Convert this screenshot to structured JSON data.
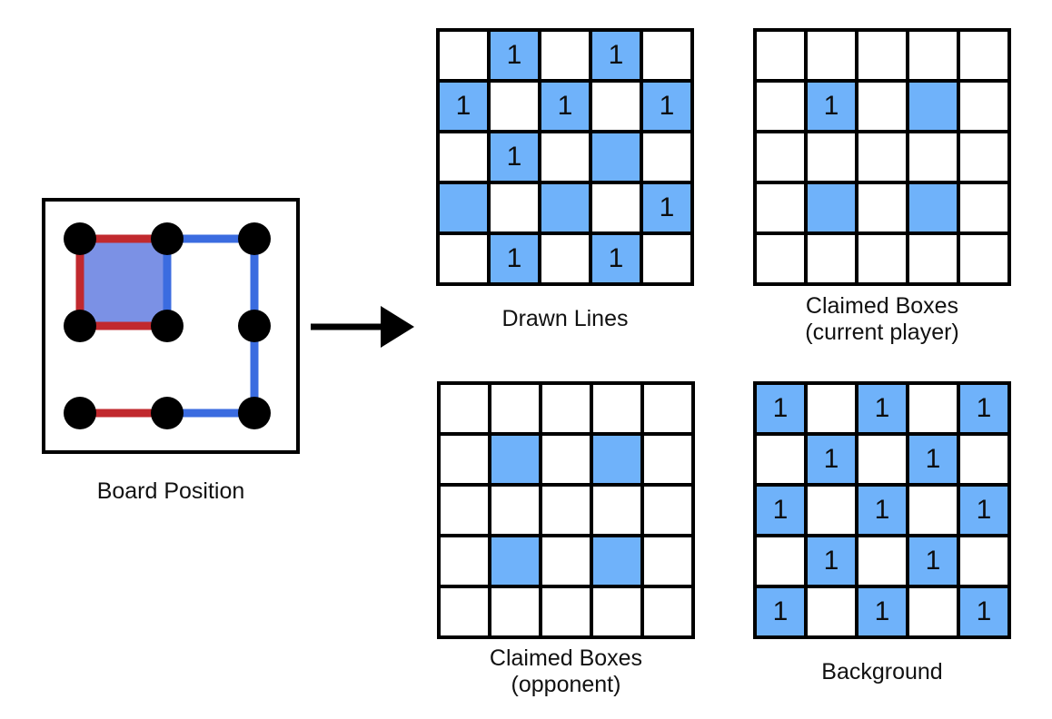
{
  "board": {
    "label": "Board Position",
    "dot_rows": 3,
    "dot_cols": 3,
    "claimed_boxes": [
      {
        "row": 0,
        "col": 0
      }
    ],
    "lines": [
      {
        "type": "h",
        "row": 0,
        "col": 0,
        "color": "red"
      },
      {
        "type": "h",
        "row": 0,
        "col": 1,
        "color": "blue"
      },
      {
        "type": "v",
        "row": 0,
        "col": 0,
        "color": "red"
      },
      {
        "type": "v",
        "row": 0,
        "col": 1,
        "color": "blue"
      },
      {
        "type": "v",
        "row": 0,
        "col": 2,
        "color": "blue"
      },
      {
        "type": "h",
        "row": 1,
        "col": 0,
        "color": "red"
      },
      {
        "type": "v",
        "row": 1,
        "col": 2,
        "color": "blue"
      },
      {
        "type": "h",
        "row": 2,
        "col": 0,
        "color": "red"
      },
      {
        "type": "h",
        "row": 2,
        "col": 1,
        "color": "blue"
      }
    ],
    "colors": {
      "red": "#c1292e",
      "blue": "#3b6ce0",
      "box_fill": "#7b91e5",
      "dot": "#000000",
      "border": "#000000"
    }
  },
  "arrow": {
    "name": "right-arrow",
    "color": "#000000"
  },
  "planes": [
    {
      "label_line1": "Drawn Lines",
      "cells": [
        [
          "w",
          "1",
          "w",
          "1",
          "w"
        ],
        [
          "1",
          "w",
          "1",
          "w",
          "1"
        ],
        [
          "w",
          "1",
          "w",
          "b",
          "w"
        ],
        [
          "b",
          "w",
          "b",
          "w",
          "1"
        ],
        [
          "w",
          "1",
          "w",
          "1",
          "w"
        ]
      ]
    },
    {
      "label_line1": "Claimed Boxes",
      "label_line2": "(current player)",
      "cells": [
        [
          "w",
          "w",
          "w",
          "w",
          "w"
        ],
        [
          "w",
          "1",
          "w",
          "b",
          "w"
        ],
        [
          "w",
          "w",
          "w",
          "w",
          "w"
        ],
        [
          "w",
          "b",
          "w",
          "b",
          "w"
        ],
        [
          "w",
          "w",
          "w",
          "w",
          "w"
        ]
      ]
    },
    {
      "label_line1": "Claimed Boxes",
      "label_line2": "(opponent)",
      "cells": [
        [
          "w",
          "w",
          "w",
          "w",
          "w"
        ],
        [
          "w",
          "b",
          "w",
          "b",
          "w"
        ],
        [
          "w",
          "w",
          "w",
          "w",
          "w"
        ],
        [
          "w",
          "b",
          "w",
          "b",
          "w"
        ],
        [
          "w",
          "w",
          "w",
          "w",
          "w"
        ]
      ]
    },
    {
      "label_line1": "Background",
      "cells": [
        [
          "1",
          "w",
          "1",
          "w",
          "1"
        ],
        [
          "w",
          "1",
          "w",
          "1",
          "w"
        ],
        [
          "1",
          "w",
          "1",
          "w",
          "1"
        ],
        [
          "w",
          "1",
          "w",
          "1",
          "w"
        ],
        [
          "1",
          "w",
          "1",
          "w",
          "1"
        ]
      ]
    }
  ],
  "plane_colors": {
    "cell_filled": "#6fb2fa",
    "cell_empty": "#ffffff",
    "grid_line": "#000000",
    "value_text": "#0d0d0d"
  },
  "cell_value_label": "1"
}
